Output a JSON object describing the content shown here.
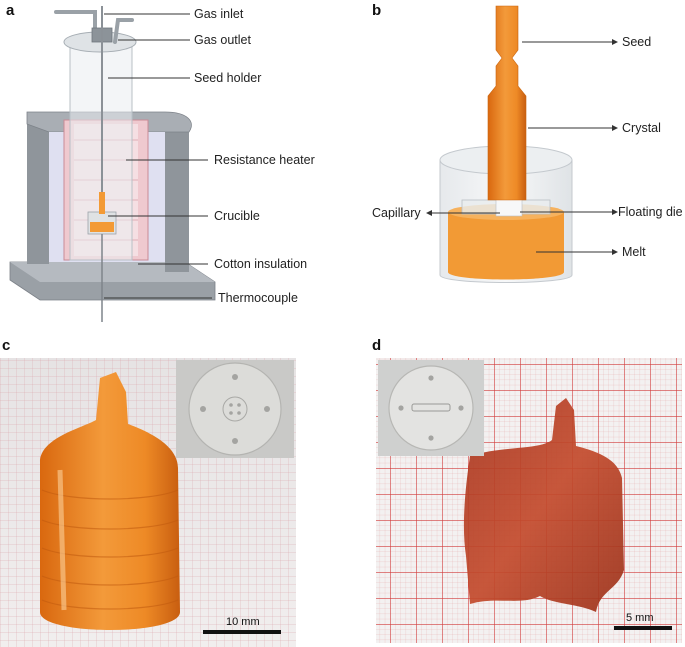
{
  "panels": {
    "a": "a",
    "b": "b",
    "c": "c",
    "d": "d"
  },
  "panel_a_labels": {
    "gas_inlet": "Gas inlet",
    "gas_outlet": "Gas outlet",
    "seed_holder": "Seed holder",
    "resistance_heater": "Resistance heater",
    "crucible": "Crucible",
    "cotton_insulation": "Cotton insulation",
    "thermocouple": "Thermocouple"
  },
  "panel_b_labels": {
    "seed": "Seed",
    "crystal": "Crystal",
    "capillary": "Capillary",
    "floating_die": "Floating die",
    "melt": "Melt"
  },
  "scale_bars": {
    "c": "10 mm",
    "d": "5 mm"
  },
  "colors": {
    "crystal_orange": "#ef8f2a",
    "melt_orange": "#f29a35",
    "grid_red": "#d23a3a",
    "furnace_gray": "#9aa0a6"
  }
}
